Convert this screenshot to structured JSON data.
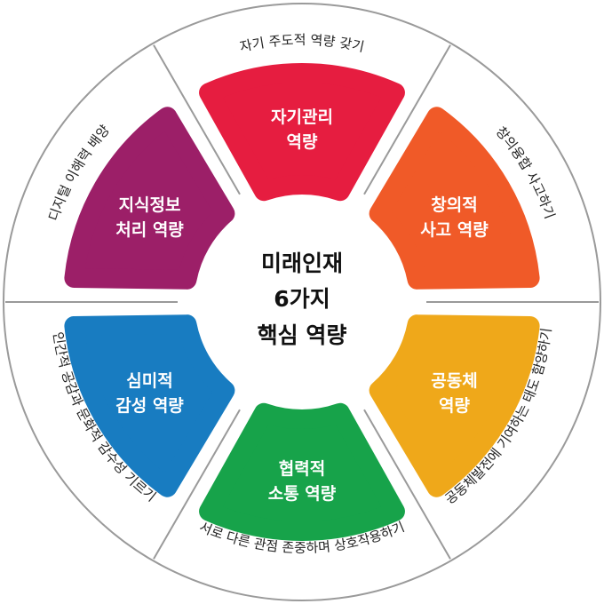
{
  "center": {
    "lines": [
      "미래인재",
      "6가지",
      "핵심 역량"
    ]
  },
  "sectors": [
    {
      "label": [
        "자기관리",
        "역량"
      ],
      "ring_text": "자기 주도적 역량 갖기",
      "color": "#e61d40"
    },
    {
      "label": [
        "창의적",
        "사고 역량"
      ],
      "ring_text": "창의융합 사고하기",
      "color": "#f05a28"
    },
    {
      "label": [
        "공동체",
        "역량"
      ],
      "ring_text": "공동체발전에 기여하는 태도 함양하기",
      "color": "#efa81a"
    },
    {
      "label": [
        "협력적",
        "소통 역량"
      ],
      "ring_text": "서로 다른 관점 존중하며 상호작용하기",
      "color": "#17a34a"
    },
    {
      "label": [
        "심미적",
        "감성 역량"
      ],
      "ring_text": "인간적 공감과 문화적 감수성 기르기",
      "color": "#187cc1"
    },
    {
      "label": [
        "지식정보",
        "처리 역량"
      ],
      "ring_text": "디지털 이해력 배양",
      "color": "#9c1f68"
    }
  ]
}
